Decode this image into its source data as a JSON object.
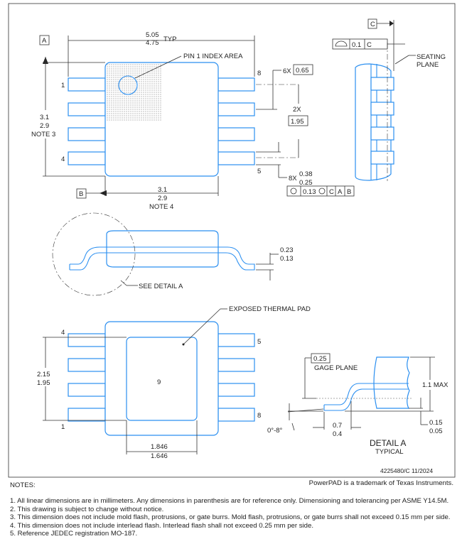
{
  "drawing": {
    "datum_a": "A",
    "datum_b": "B",
    "datum_c": "C",
    "width_max": "5.05",
    "width_min": "4.75",
    "width_note": "TYP",
    "pin1_label": "PIN 1 INDEX AREA",
    "body_len_max": "3.1",
    "body_len_min": "2.9",
    "body_len_note": "NOTE 3",
    "body_wid_max": "3.1",
    "body_wid_min": "2.9",
    "body_wid_note": "NOTE 4",
    "pins_top": [
      "1",
      "4",
      "8",
      "5"
    ],
    "pitch_count": "6X",
    "pitch": "0.65",
    "span_count": "2X",
    "span": "1.95",
    "lead_w_count": "8X",
    "lead_w_max": "0.38",
    "lead_w_min": "0.25",
    "pos_tol": "0.13",
    "pos_refs": [
      "C",
      "A",
      "B"
    ],
    "flatness": "0.1",
    "seating_plane": [
      "SEATING",
      "PLANE"
    ],
    "lead_thk_max": "0.23",
    "lead_thk_min": "0.13",
    "see_detail": "SEE DETAIL  A",
    "exposed_pad": "EXPOSED THERMAL PAD",
    "pad_num": "9",
    "pins_bottom": [
      "4",
      "1",
      "5",
      "8"
    ],
    "pad_len_max": "2.15",
    "pad_len_min": "1.95",
    "pad_wid_max": "1.846",
    "pad_wid_min": "1.646",
    "gage": "0.25",
    "gage_label": "GAGE PLANE",
    "height_max": "1.1 MAX",
    "angle": "0°-8°",
    "foot_max": "0.7",
    "foot_min": "0.4",
    "standoff_max": "0.15",
    "standoff_min": "0.05",
    "detail_title": "DETAIL A",
    "detail_sub": "TYPICAL",
    "doc_id": "4225480/C   11/2024"
  },
  "trademark": "PowerPAD is a trademark of Texas Instruments.",
  "notes": {
    "header": "NOTES:",
    "items": [
      "1. All linear dimensions are in millimeters. Any dimensions in parenthesis are for reference only. Dimensioning and tolerancing per ASME Y14.5M.",
      "2. This drawing is subject to change without notice.",
      "3. This dimension does not include mold flash, protrusions, or gate burrs. Mold flash, protrusions, or gate burrs shall not exceed 0.15 mm per side.",
      "4. This dimension does not include interlead flash. Interlead flash shall not exceed 0.25 mm per side.",
      "5. Reference JEDEC registration MO-187."
    ]
  }
}
